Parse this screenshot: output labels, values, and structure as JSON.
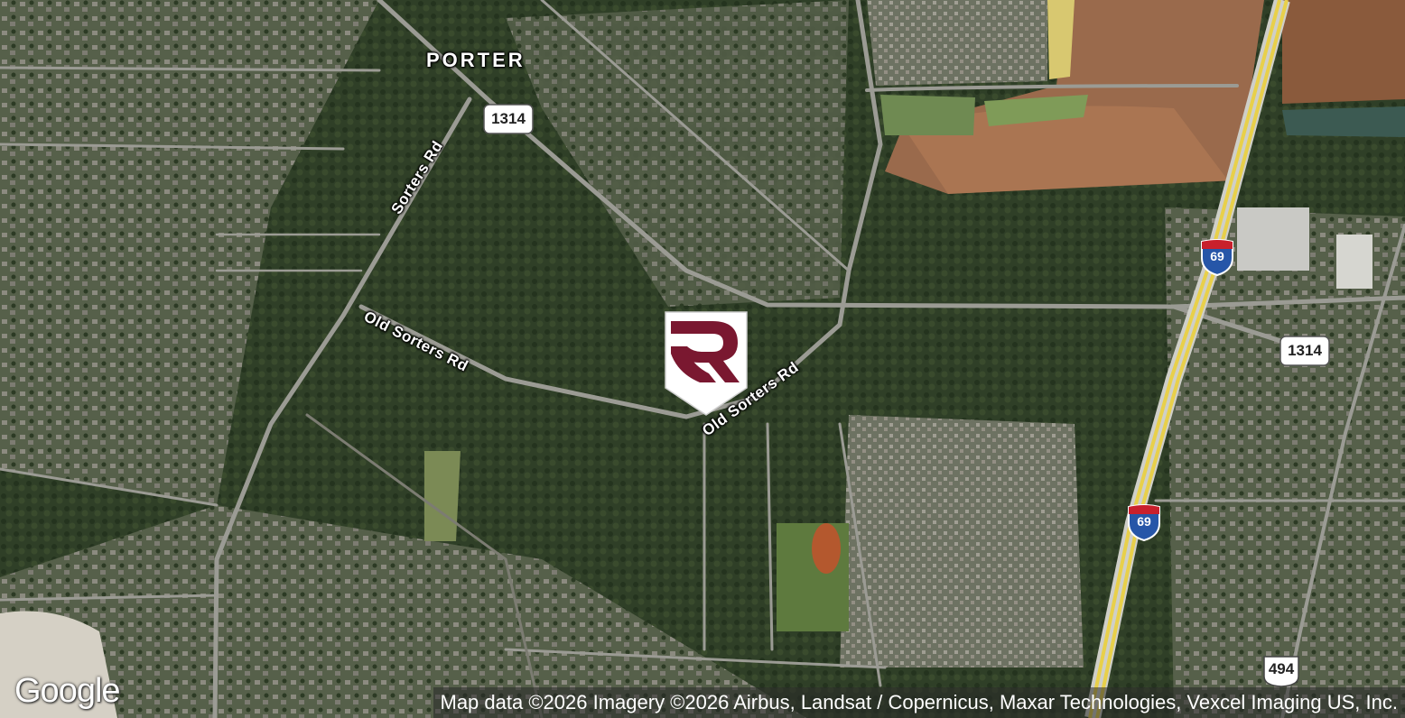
{
  "map": {
    "labels": {
      "place": "PORTER",
      "road_sorters": "Sorters Rd",
      "road_old_sorters_west": "Old Sorters Rd",
      "road_old_sorters_east": "Old Sorters Rd"
    },
    "shields": {
      "fm1314_north": "1314",
      "fm1314_east": "1314",
      "i69_north": "69",
      "i69_south": "69",
      "sh494": "494"
    },
    "logo": "Google",
    "attribution": "Map data ©2026 Imagery ©2026 Airbus, Landsat / Copernicus, Maxar Technologies, Vexcel Imaging US, Inc.",
    "colors": {
      "pin_fill": "#7a1830",
      "pin_background": "#ffffff",
      "interstate_blue": "#2656a8",
      "interstate_red": "#c8202c",
      "highway_yellow": "#e8d04a"
    }
  }
}
